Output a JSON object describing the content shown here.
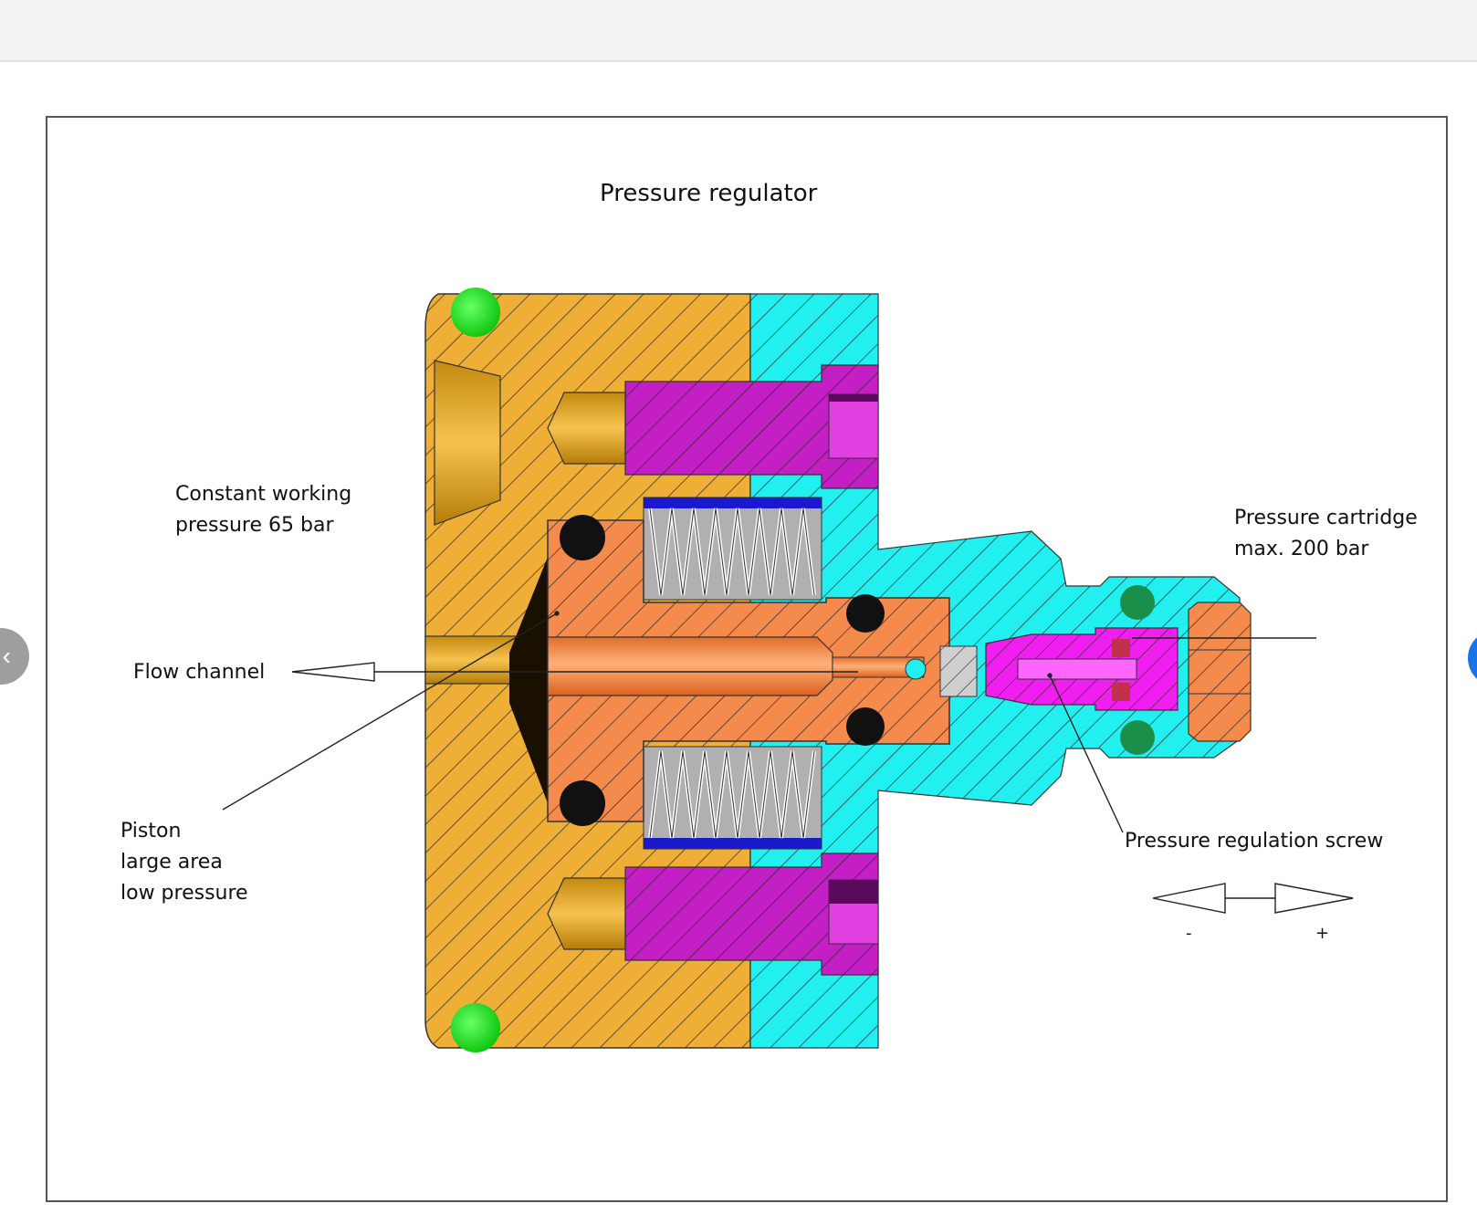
{
  "diagram": {
    "title": "Pressure regulator",
    "labels": {
      "constant_line1": "Constant working",
      "constant_line2": "pressure 65 bar",
      "flow_channel": "Flow channel",
      "piston_line1": "Piston",
      "piston_line2": "large area",
      "piston_line3": "low pressure",
      "cartridge_line1": "Pressure cartridge",
      "cartridge_line2": "max. 200 bar",
      "regulation_screw": "Pressure regulation screw",
      "minus": "-",
      "plus": "+"
    }
  },
  "navigation": {
    "prev_glyph": "‹"
  },
  "colors": {
    "housing": "#EFAE36",
    "cyan_body": "#22F0F0",
    "magenta_bolt": "#C41FC4",
    "piston": "#F58A4D",
    "oring_green": "#22E022",
    "spring_frame": "#1A1ACC",
    "cartridge_pink": "#F01FF0",
    "nut": "#F58A4D"
  }
}
